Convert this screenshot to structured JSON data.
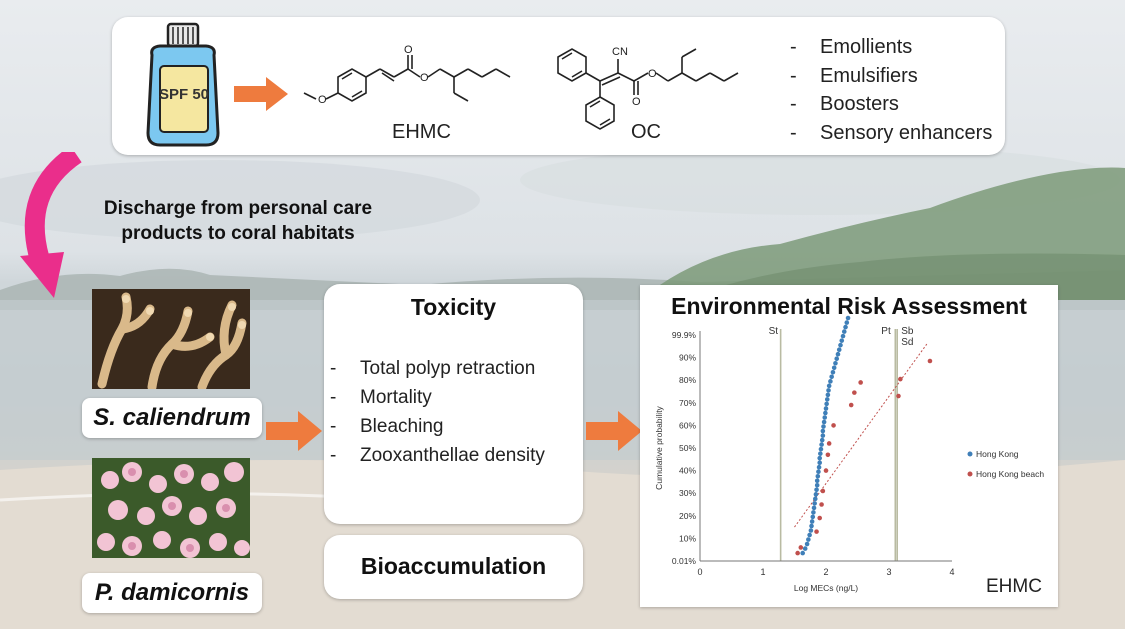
{
  "top_panel": {
    "bottle_label": "SPF 50",
    "compounds": [
      "EHMC",
      "OC"
    ],
    "cn_label": "CN",
    "ingredients": [
      "Emollients",
      "Emulsifiers",
      "Boosters",
      "Sensory enhancers"
    ]
  },
  "discharge_text_line1": "Discharge from personal care",
  "discharge_text_line2": "products to coral habitats",
  "species": [
    {
      "label": "S. caliendrum"
    },
    {
      "label": "P. damicornis"
    }
  ],
  "toxicity": {
    "title": "Toxicity",
    "items": [
      "Total polyp retraction",
      "Mortality",
      "Bleaching",
      "Zooxanthellae density"
    ]
  },
  "bioaccumulation": {
    "title": "Bioaccumulation"
  },
  "risk_panel": {
    "title": "Environmental Risk Assessment",
    "compound_label": "EHMC"
  },
  "chart_data": {
    "type": "scatter",
    "xlabel": "Log MECs (ng/L)",
    "ylabel": "Cumulative probability",
    "xlim": [
      0,
      4
    ],
    "x_ticks": [
      "0",
      "1",
      "2",
      "3",
      "4"
    ],
    "y_ticks": [
      "0.01%",
      "10%",
      "20%",
      "30%",
      "40%",
      "50%",
      "60%",
      "70%",
      "80%",
      "90%",
      "99.9%"
    ],
    "vertical_lines": [
      {
        "label": "St",
        "x": 1.28
      },
      {
        "label": "Pt",
        "x": 3.1
      },
      {
        "label": "Sb",
        "x": 3.13
      },
      {
        "label": "Sd",
        "x": 3.13
      }
    ],
    "series": [
      {
        "name": "Hong Kong",
        "color": "#3f7fb8",
        "points": [
          [
            1.63,
            0.35
          ],
          [
            1.67,
            0.55
          ],
          [
            1.7,
            0.75
          ],
          [
            1.72,
            0.95
          ],
          [
            1.74,
            1.15
          ],
          [
            1.76,
            1.35
          ],
          [
            1.77,
            1.55
          ],
          [
            1.78,
            1.75
          ],
          [
            1.79,
            1.95
          ],
          [
            1.8,
            2.15
          ],
          [
            1.81,
            2.35
          ],
          [
            1.82,
            2.55
          ],
          [
            1.83,
            2.75
          ],
          [
            1.84,
            2.95
          ],
          [
            1.85,
            3.15
          ],
          [
            1.86,
            3.35
          ],
          [
            1.86,
            3.55
          ],
          [
            1.87,
            3.75
          ],
          [
            1.88,
            3.95
          ],
          [
            1.89,
            4.15
          ],
          [
            1.9,
            4.35
          ],
          [
            1.9,
            4.55
          ],
          [
            1.91,
            4.75
          ],
          [
            1.92,
            4.95
          ],
          [
            1.93,
            5.15
          ],
          [
            1.94,
            5.35
          ],
          [
            1.95,
            5.55
          ],
          [
            1.95,
            5.75
          ],
          [
            1.96,
            5.95
          ],
          [
            1.97,
            6.15
          ],
          [
            1.98,
            6.35
          ],
          [
            1.99,
            6.55
          ],
          [
            2.0,
            6.75
          ],
          [
            2.01,
            6.95
          ],
          [
            2.02,
            7.15
          ],
          [
            2.03,
            7.35
          ],
          [
            2.04,
            7.55
          ],
          [
            2.05,
            7.75
          ],
          [
            2.07,
            7.95
          ],
          [
            2.09,
            8.15
          ],
          [
            2.11,
            8.35
          ],
          [
            2.13,
            8.55
          ],
          [
            2.15,
            8.75
          ],
          [
            2.17,
            8.95
          ],
          [
            2.19,
            9.15
          ],
          [
            2.21,
            9.35
          ],
          [
            2.23,
            9.55
          ],
          [
            2.25,
            9.75
          ],
          [
            2.27,
            9.95
          ],
          [
            2.29,
            10.15
          ],
          [
            2.31,
            10.35
          ],
          [
            2.33,
            10.55
          ],
          [
            2.35,
            10.75
          ]
        ]
      },
      {
        "name": "Hong Kong beach",
        "color": "#c0504d",
        "points": [
          [
            1.55,
            0.35
          ],
          [
            1.6,
            0.6
          ],
          [
            1.85,
            1.3
          ],
          [
            1.9,
            1.9
          ],
          [
            1.93,
            2.5
          ],
          [
            1.95,
            3.1
          ],
          [
            2.0,
            4.0
          ],
          [
            2.03,
            4.7
          ],
          [
            2.05,
            5.2
          ],
          [
            2.12,
            6.0
          ],
          [
            2.4,
            6.9
          ],
          [
            2.45,
            7.45
          ],
          [
            2.55,
            7.9
          ],
          [
            3.15,
            7.3
          ],
          [
            3.18,
            8.05
          ],
          [
            3.65,
            8.85
          ]
        ]
      }
    ],
    "trendline": {
      "from": [
        1.5,
        1.5
      ],
      "to": [
        3.6,
        9.6
      ]
    }
  }
}
